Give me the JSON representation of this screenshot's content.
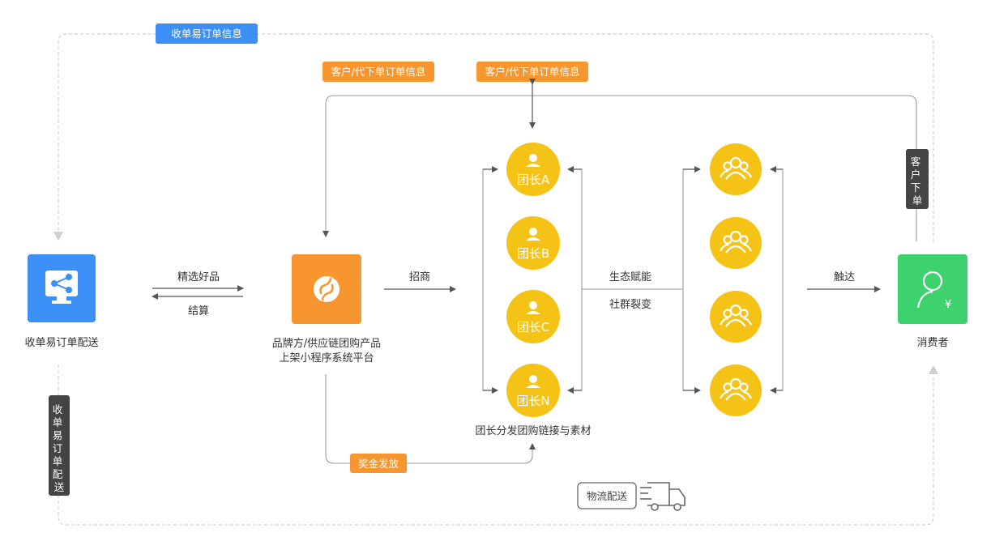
{
  "tags": {
    "top_order_info": "收单易订单信息",
    "customer_order_left": "客户/代下单订单信息",
    "customer_order_right": "客户/代下单订单信息",
    "bonus": "奖金发放",
    "customer_place_order": "客户下单",
    "delivery_vertical": "收单易订单配送",
    "logistics": "物流配送"
  },
  "nodes": {
    "shoudanyi": "收单易订单配送",
    "platform_line1": "品牌方/供应链团购产品",
    "platform_line2": "上架小程序系统平台",
    "consumer": "消费者"
  },
  "edges": {
    "select_products": "精选好品",
    "settlement": "结算",
    "investment": "招商",
    "ecosystem": "生态赋能",
    "community_fission": "社群裂变",
    "reach": "触达",
    "leader_distribute": "团长分发团购链接与素材"
  },
  "leaders": [
    "团长A",
    "团长B",
    "团长C",
    "团长N"
  ],
  "colors": {
    "blue": "#3b8ff7",
    "orange": "#f7962f",
    "gold": "#f5c216",
    "green": "#3ed26f",
    "dark": "#444444"
  }
}
